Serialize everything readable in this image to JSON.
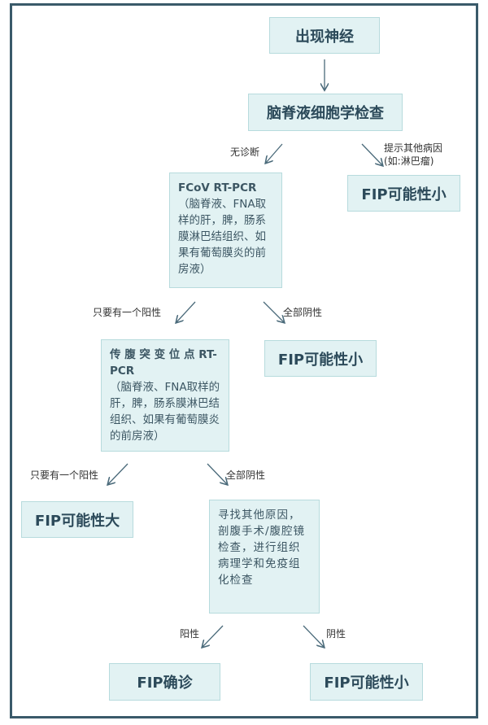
{
  "nodes": {
    "n_neuro": "出现神经",
    "n_csf": "脑脊液细胞学检查",
    "n_fip_small_1": "FIP可能性小",
    "n_rtpcr_title": "FCoV RT-PCR",
    "n_rtpcr_body": "（脑脊液、FNA取样的肝，脾，肠系膜淋巴结组织、如果有葡萄膜炎的前房液）",
    "n_fip_small_2": "FIP可能性小",
    "n_mut_title": "传 腹 突 变 位 点 RT-PCR",
    "n_mut_body": "（脑脊液、FNA取样的肝，脾，肠系膜淋巴结组织、如果有葡萄膜炎的前房液）",
    "n_fip_big": "FIP可能性大",
    "n_other": "寻找其他原因，剖腹手术/腹腔镜检查，进行组织病理学和免疫组化检查",
    "n_fip_confirm": "FIP确诊",
    "n_fip_small_3": "FIP可能性小"
  },
  "edges": {
    "e_no_diag": "无诊断",
    "e_suggest_other": "提示其他病因\n(如:淋巴瘤)",
    "e_pos_1": "只要有一个阳性",
    "e_all_neg_1": "全部阴性",
    "e_pos_2": "只要有一个阳性",
    "e_all_neg_2": "全部阴性",
    "e_pos_3": "阳性",
    "e_neg_3": "阴性"
  },
  "colors": {
    "box_fill": "#e2f2f3",
    "box_border": "#b7dbdd",
    "frame": "#3a5a6a",
    "arrow": "#4a6a7a"
  }
}
